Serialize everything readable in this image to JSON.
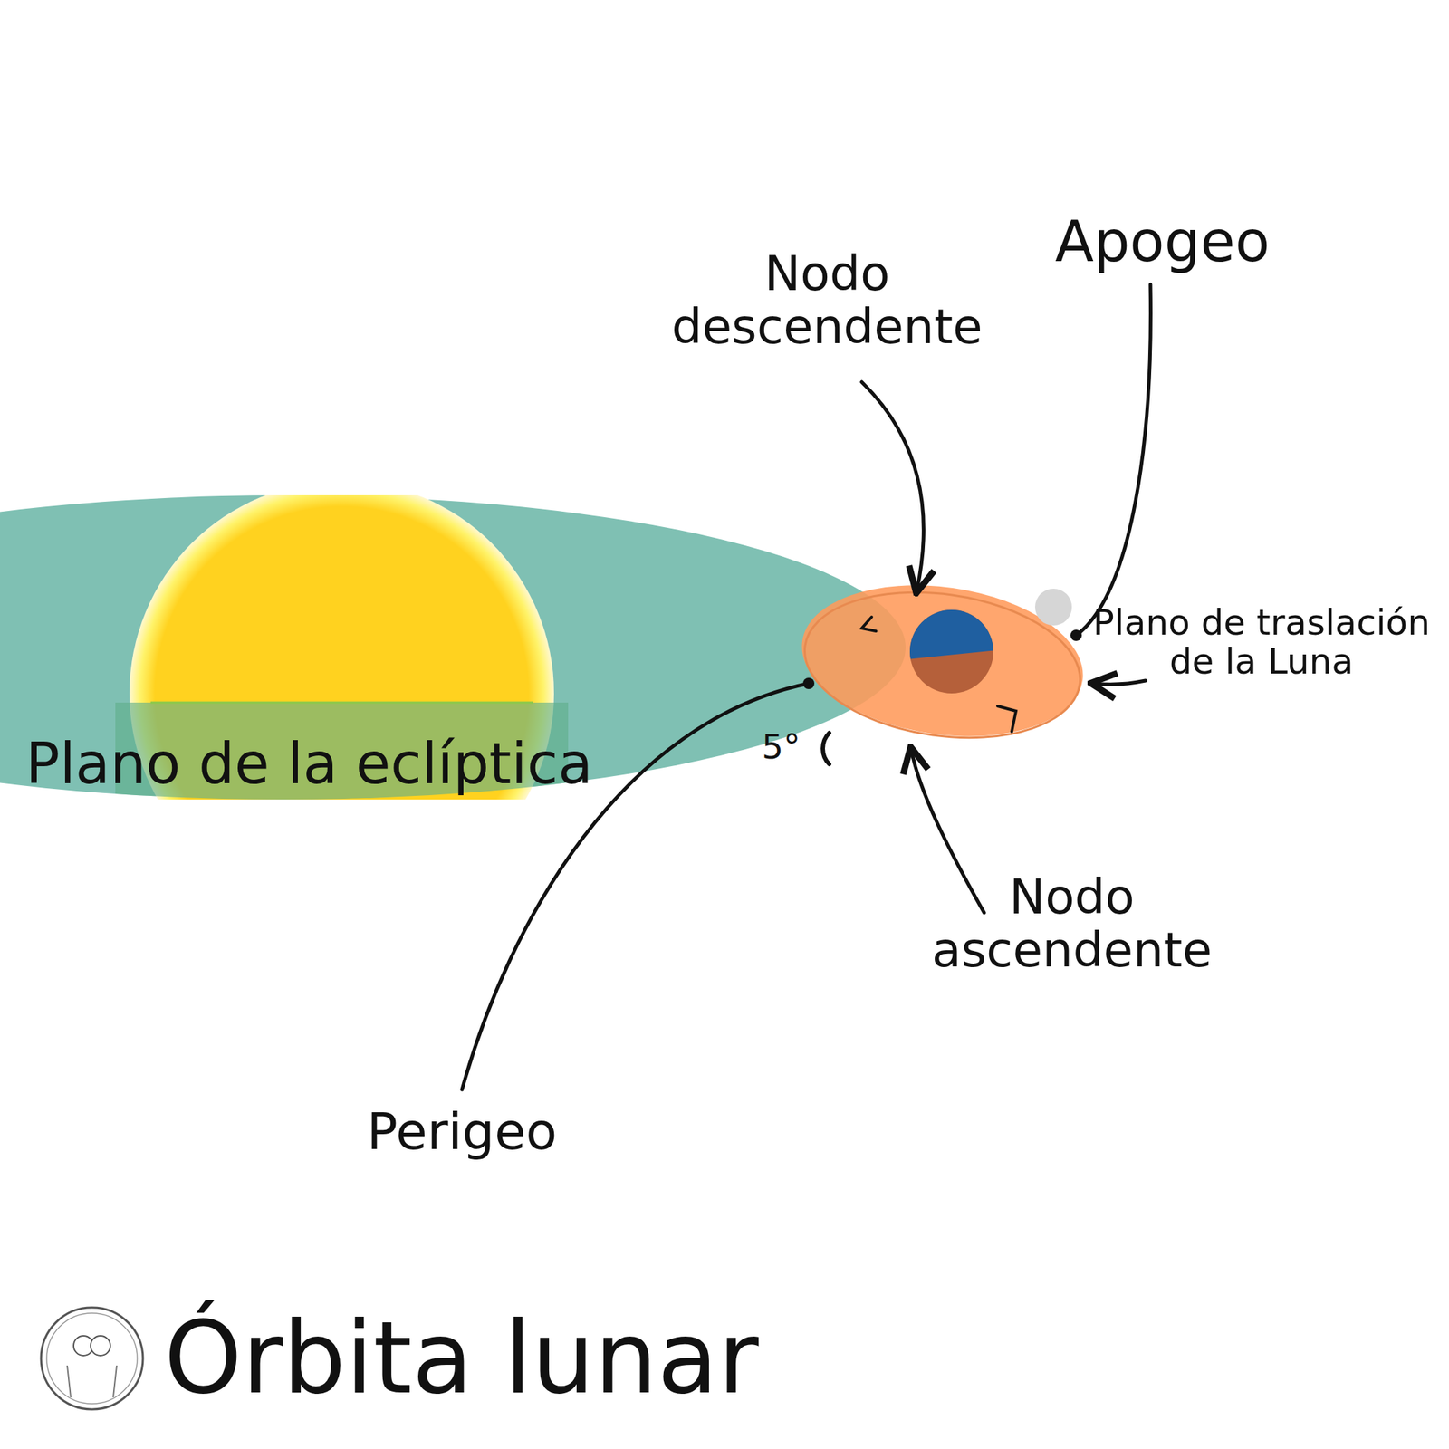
{
  "diagram": {
    "title": "Órbita lunar",
    "nodes": [
      {
        "text": [
          "Plano de la eclíptica"
        ]
      }
    ],
    "labels": [
      "Apogeo",
      "Nodo descendente",
      "Plano de traslación de la Luna",
      "5°",
      "Nodo ascendente",
      "Perigeo"
    ]
  }
}
